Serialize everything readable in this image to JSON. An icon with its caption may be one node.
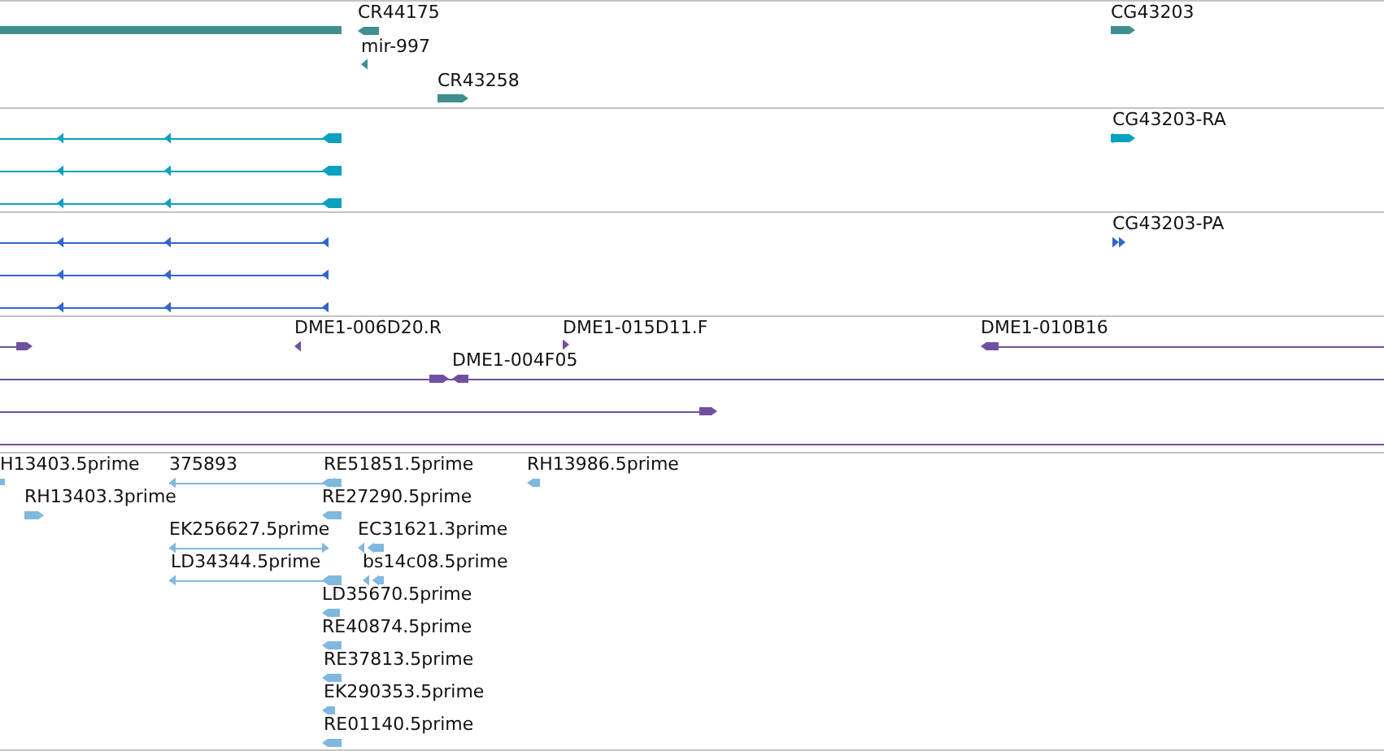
{
  "diagram": {
    "labels": [
      "CR44175",
      "CG43203",
      "mir-997",
      "CR43258",
      "CG43203-RA",
      "CG43203-PA",
      "DME1-006D20.R",
      "DME1-015D11.F",
      "DME1-010B16",
      "DME1-004F05",
      "H13403.5prime",
      "375893",
      "RE51851.5prime",
      "RH13986.5prime",
      "RH13403.3prime",
      "RE27290.5prime",
      "EK256627.5prime",
      "EC31621.3prime",
      "LD34344.5prime",
      "bs14c08.5prime",
      "LD35670.5prime",
      "RE40874.5prime",
      "RE37813.5prime",
      "EK290353.5prime",
      "RE01140.5prime"
    ]
  }
}
